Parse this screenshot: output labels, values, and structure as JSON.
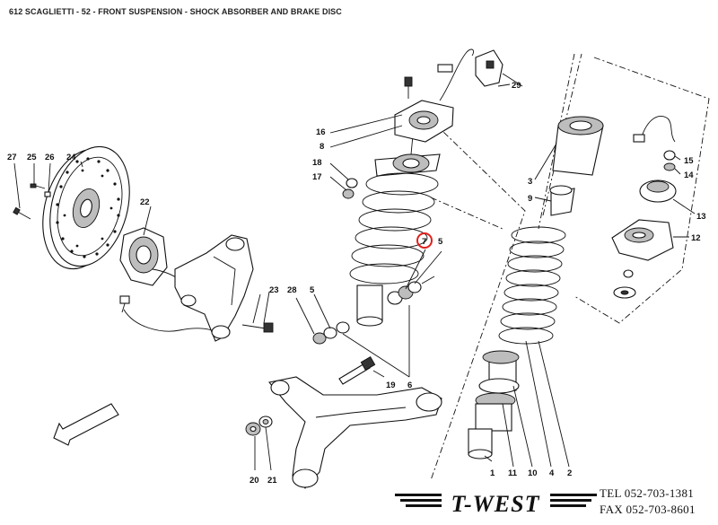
{
  "header": {
    "title": "612 SCAGLIETTI - 52 - FRONT SUSPENSION - SHOCK ABSORBER AND BRAKE DISC"
  },
  "callouts": {
    "c1": "1",
    "c2": "2",
    "c3": "3",
    "c4": "4",
    "c5a": "5",
    "c5b": "5",
    "c6": "6",
    "c7": "7",
    "c8": "8",
    "c9": "9",
    "c10": "10",
    "c11": "11",
    "c12": "12",
    "c13": "13",
    "c14": "14",
    "c15": "15",
    "c16": "16",
    "c17": "17",
    "c18": "18",
    "c19": "19",
    "c20": "20",
    "c21": "21",
    "c22": "22",
    "c23": "23",
    "c24": "24",
    "c25": "25",
    "c26": "26",
    "c27": "27",
    "c28": "28",
    "c29": "29"
  },
  "highlight": {
    "callout": "7",
    "color": "#e0201c"
  },
  "brand": {
    "name": "T-WEST",
    "color": "#111111"
  },
  "contact": {
    "tel": "TEL 052-703-1381",
    "fax": "FAX 052-703-8601"
  }
}
